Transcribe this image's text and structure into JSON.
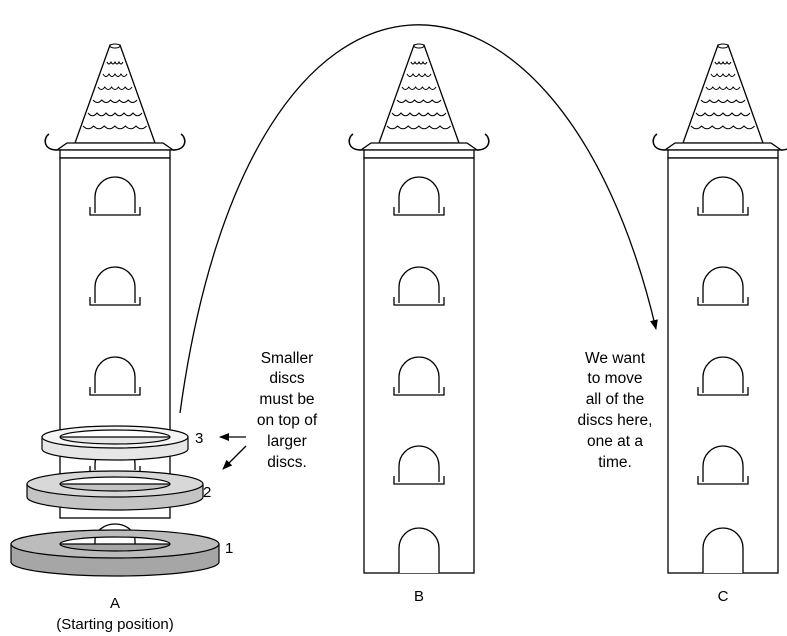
{
  "towers": [
    {
      "label": "A",
      "sublabel": "(Starting position)"
    },
    {
      "label": "B"
    },
    {
      "label": "C"
    }
  ],
  "discs": [
    {
      "number": "3",
      "fill": "#e6e6e6"
    },
    {
      "number": "2",
      "fill": "#c4c4c4"
    },
    {
      "number": "1",
      "fill": "#a6a6a6"
    }
  ],
  "notes": {
    "rule": [
      "Smaller",
      "discs",
      "must be",
      "on top of",
      "larger",
      "discs."
    ],
    "goal": [
      "We want",
      "to move",
      "all of the",
      "discs here,",
      "one at a",
      "time."
    ]
  }
}
